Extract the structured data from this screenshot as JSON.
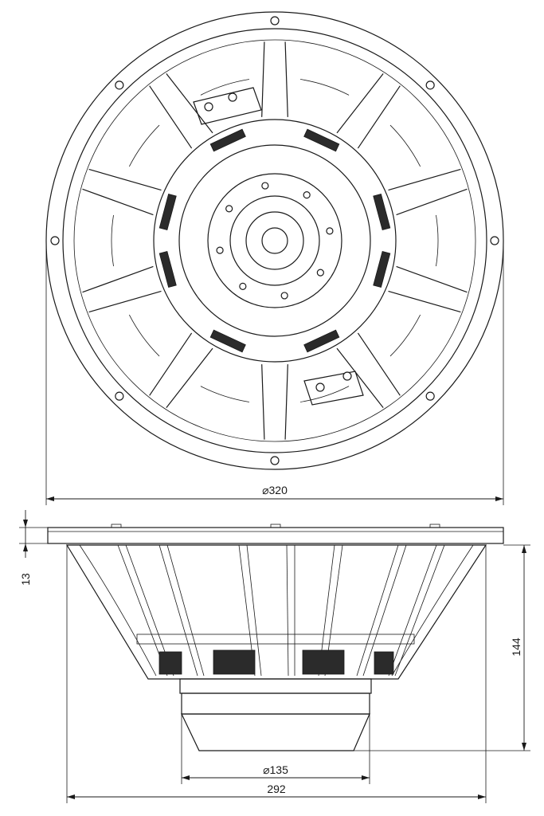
{
  "drawing": {
    "dimensions": {
      "frame_diameter": "⌀320",
      "flange_thickness": "13",
      "total_depth": "144",
      "magnet_diameter": "⌀135",
      "baffle_cutout": "292"
    }
  }
}
